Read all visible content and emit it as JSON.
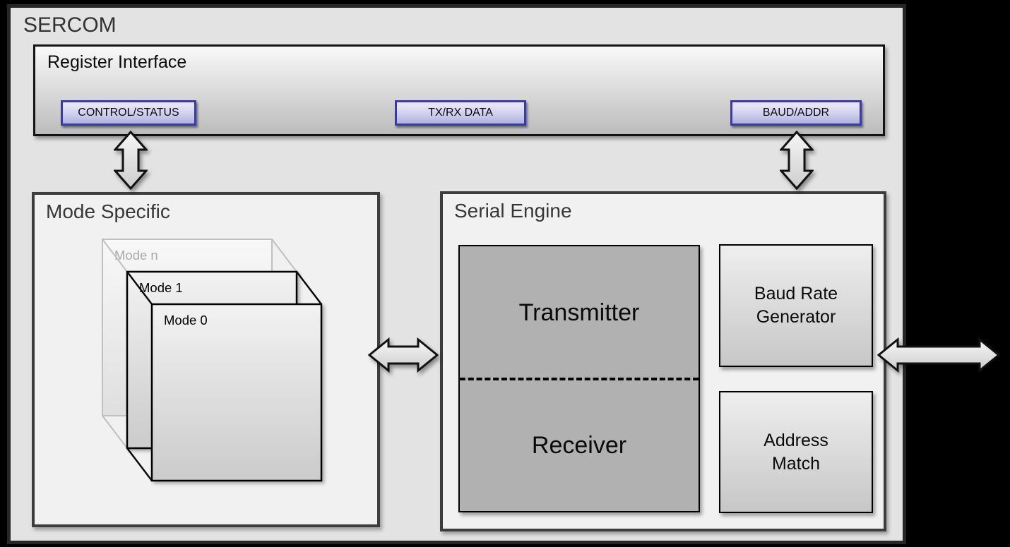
{
  "title": "SERCOM",
  "register_interface": {
    "title": "Register Interface",
    "registers": [
      "CONTROL/STATUS",
      "TX/RX DATA",
      "BAUD/ADDR"
    ]
  },
  "mode_specific": {
    "title": "Mode Specific",
    "modes": [
      "Mode n",
      "Mode 1",
      "Mode 0"
    ]
  },
  "serial_engine": {
    "title": "Serial Engine",
    "transmitter": "Transmitter",
    "receiver": "Receiver",
    "baud_rate_generator_lines": [
      "Baud Rate",
      "Generator"
    ],
    "address_match_lines": [
      "Address",
      "Match"
    ]
  },
  "colors": {
    "page_background": "#000000",
    "sercom_fill": "#e3e3e3",
    "panel_fill": "#f1f1f1",
    "panel_border": "#3d3d3d",
    "register_button_border": "#3a3aa8",
    "register_button_fill": "#c9c9ee",
    "block_gray": "#b1b1b1"
  }
}
